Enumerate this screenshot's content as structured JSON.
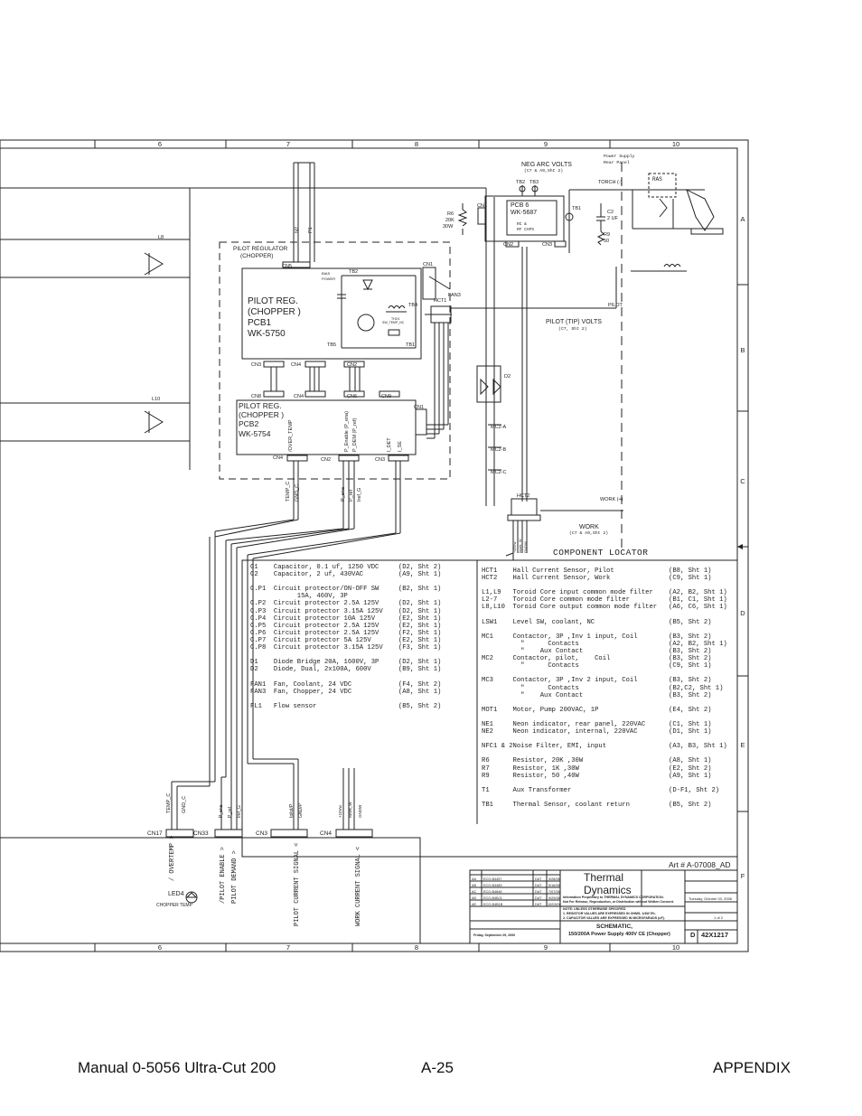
{
  "grid": {
    "top_numbers": [
      "6",
      "7",
      "8",
      "9",
      "10"
    ],
    "bottom_numbers": [
      "6",
      "7",
      "8",
      "9",
      "10"
    ],
    "side_letters": [
      "A",
      "B",
      "C",
      "D",
      "E",
      "F"
    ]
  },
  "labels": {
    "pilot_regulator": "PILOT REGULATOR",
    "chopper_paren": "(CHOPPER)",
    "pcb1_title": [
      "PILOT REG.",
      "(CHOPPER )",
      "PCB1",
      "WK-5750"
    ],
    "pcb2_title": [
      "PILOT REG.",
      "(CHOPPER )",
      "PCB2",
      "WK-5754"
    ],
    "pcb6_title": [
      "PCB 6",
      "WK-5687"
    ],
    "pcb6_sub": [
      "RC &",
      "RF CAPS"
    ],
    "neg_arc_volts": "NEG ARC VOLTS",
    "neg_arc_ref": "(C7 & A9,Sht 2)",
    "power_supply_rear": [
      "Power Supply",
      "Rear Panel"
    ],
    "ras": "RAS",
    "torch": "TORCH (-)",
    "pilot": "PILOT",
    "pilot_tip_volts": "PILOT (TIP) VOLTS",
    "pilot_tip_ref": "(C7, Sht 2)",
    "work_plus": "WORK (+)",
    "work": "WORK",
    "work_ref": "(C7 & A9,Sht 2)",
    "component_locator": "COMPONENT LOCATOR",
    "art_number": "Art # A-07008_AD",
    "led4": "LED4",
    "chopper_temp": "CHOPPER TEMP",
    "r6": [
      "R6",
      "20K",
      "30W"
    ],
    "c2": [
      "C2",
      "2 UF"
    ],
    "r9": [
      "R9",
      "50"
    ],
    "connectors": [
      "CN5",
      "CN1",
      "CN3",
      "CN4",
      "CN2",
      "CN8",
      "CN6",
      "CN9",
      "CN17",
      "CN33",
      "CN3",
      "CN4",
      "CN2",
      "CN3"
    ],
    "tb": [
      "TB2",
      "TB3",
      "TB1",
      "TB4",
      "TB5",
      "TB1",
      "TB2"
    ],
    "hct1": "HCT1",
    "hct2": "HCT2",
    "fan3": "FAN3",
    "d2": "D2",
    "mc2": [
      "MC2-A",
      "MC2-B",
      "MC2-C"
    ],
    "l8": "L8",
    "l10": "L10",
    "bias_power": [
      "BIAS",
      "POWER"
    ],
    "th_label": [
      "TH2/1",
      "SW_TEMP_NC"
    ],
    "pcb2_pins": [
      "/OVER_TEMP",
      "P_Enable (P_ena)",
      "P_DEM (P_ref)",
      "I_DET",
      "I_SE"
    ],
    "bottom_signals": [
      "TEMP_C",
      "GND_C",
      "P_ena",
      "P_ref",
      "Iref_G",
      "+15Vw",
      "Iwork_W",
      "GNDW"
    ],
    "lower_signals": [
      "TEMP_C",
      "GND_C",
      "P_ena",
      "P_ref",
      "Iref_G",
      "Ipilot/P",
      "GND/P",
      "+15Vw",
      "Iwork_W",
      "GNDW"
    ],
    "lower_vertical": [
      "/ OVERTEMP >",
      "/PILOT ENABLE >",
      "PILOT DEMAND >",
      "PILOT CURRENT SIGNAL <",
      "WORK CURRENT SIGNAL <"
    ],
    "n2": "N2",
    "p1": "P1"
  },
  "components_left": [
    [
      "C1",
      "Capacitor, 0.1 uf, 1250 VDC",
      "(D2, Sht 2)"
    ],
    [
      "C2",
      "Capacitor, 2 uf, 430VAC",
      "(A9, Sht 1)"
    ],
    [
      "",
      "",
      " "
    ],
    [
      "C.P1",
      "Circuit protector/ON-OFF SW",
      "(B2, Sht 1)"
    ],
    [
      "",
      "      15A, 460V, 3P",
      ""
    ],
    [
      "C.P2",
      "Circuit protector 2.5A 125V",
      "(D2, Sht 1)"
    ],
    [
      "C.P3",
      "Circuit protector 3.15A 125V",
      "(D2, Sht 1)"
    ],
    [
      "C.P4",
      "Circuit protector 10A 125V",
      "(E2, Sht 1)"
    ],
    [
      "C.P5",
      "Circuit protector 2.5A 125V",
      "(E2, Sht 1)"
    ],
    [
      "C.P6",
      "Circuit protector 2.5A 125V",
      "(F2, Sht 1)"
    ],
    [
      "C.P7",
      "Circuit protector 5A 125V",
      "(E2, Sht 1)"
    ],
    [
      "C.P8",
      "Circuit protector 3.15A 125V",
      "(F3, Sht 1)"
    ],
    [
      "",
      "",
      ""
    ],
    [
      "D1",
      "Diode Bridge 20A, 1600V, 3P",
      "(D2, Sht 1)"
    ],
    [
      "D2",
      "Diode, Dual, 2x100A, 600V",
      "(B9, Sht 1)"
    ],
    [
      "",
      "",
      ""
    ],
    [
      "FAN1",
      "Fan, Coolant, 24 VDC",
      "(F4, Sht 2)"
    ],
    [
      "FAN3",
      "Fan, Chopper, 24 VDC",
      "(A8, Sht 1)"
    ],
    [
      "",
      "",
      ""
    ],
    [
      "FL1",
      "Flow sensor",
      "(B5, Sht 2)"
    ]
  ],
  "components_right": [
    [
      "HCT1",
      "Hall Current Sensor, Pilot",
      "(B8, Sht 1)"
    ],
    [
      "HCT2",
      "Hall Current Sensor, Work",
      "(C9, Sht 1)"
    ],
    [
      "",
      "",
      ""
    ],
    [
      "L1,L9",
      "Toroid Core input common mode filter",
      "(A2, B2, Sht 1)"
    ],
    [
      "L2-7",
      "Toroid Core common mode filter",
      "(B1, C1, Sht 1)"
    ],
    [
      "L8,L10",
      "Toroid Core output common mode filter",
      "(A6, C6, Sht 1)"
    ],
    [
      "",
      "",
      ""
    ],
    [
      "LSW1",
      "Level SW, coolant, NC",
      "(B5, Sht 2)"
    ],
    [
      "",
      "",
      ""
    ],
    [
      "MC1",
      "Contactor, 3P ,Inv 1 input, Coil",
      "(B3, Sht 2)"
    ],
    [
      "",
      "  \"      Contacts",
      "(A2, B2, Sht 1)"
    ],
    [
      "",
      "  \"    Aux Contact",
      "(B3, Sht 2)"
    ],
    [
      "MC2",
      "Contactor, pilot,    Coil",
      "(B3, Sht 2)"
    ],
    [
      "",
      "  \"      Contacts",
      "(C9, Sht 1)"
    ],
    [
      "",
      "",
      ""
    ],
    [
      "MC3",
      "Contactor, 3P ,Inv 2 input, Coil",
      "(B3, Sht 2)"
    ],
    [
      "",
      "  \"      Contacts",
      "(B2,C2, Sht 1)"
    ],
    [
      "",
      "  \"    Aux Contact",
      "(B3, Sht 2)"
    ],
    [
      "",
      "",
      ""
    ],
    [
      "MOT1",
      "Motor, Pump 200VAC, 1P",
      "(E4, Sht 2)"
    ],
    [
      "",
      "",
      ""
    ],
    [
      "NE1",
      "Neon indicator, rear panel, 220VAC",
      "(C1, Sht 1)"
    ],
    [
      "NE2",
      "Neon indicator, internal, 220VAC",
      "(D1, Sht 1)"
    ],
    [
      "",
      "",
      ""
    ],
    [
      "NFC1 & 2",
      "Noise Filter, EMI, input",
      "(A3, B3, Sht 1)"
    ],
    [
      "",
      "",
      ""
    ],
    [
      "R6",
      "Resistor, 20K ,30W",
      "(A8, Sht 1)"
    ],
    [
      "R7",
      "Resistor, 1K ,30W",
      "(E2, Sht 2)"
    ],
    [
      "R9",
      "Resistor, 50 ,40W",
      "(A9, Sht 1)"
    ],
    [
      "",
      "",
      ""
    ],
    [
      "T1",
      "Aux Transformer",
      "(D-F1, Sht 2)"
    ],
    [
      "",
      "",
      ""
    ],
    [
      "TB1",
      "Thermal Sensor, coolant return",
      "(B5, Sht 2)"
    ]
  ],
  "title_block": {
    "brand_line1": "Thermal",
    "brand_line2": "Dynamics",
    "title": "SCHEMATIC,",
    "subtitle": "150/200A Power Supply 400V CE (Chopper)",
    "size": "D",
    "dwg_no": "42X1217",
    "date": "Tuesday, October 03, 2006",
    "sheet": "1  of  2",
    "proprietary": "Information Proprietary to THERMAL DYNAMICS CORPORATION.",
    "not_for_release": "Not For Release, Reproduction, or Distribution without Written Consent.",
    "note1": "NOTE: UNLESS OTHERWISE SPECIFIED",
    "note2": "1. RESISTOR VALUES ARE EXPRESSED IN OHMS, 1/4W 5%.",
    "note3": "2. CAPACITOR VALUES ARE EXPRESSED IN MICROFARADS (uF).",
    "last_modified": "Friday, September 29, 2006",
    "revs": [
      [
        "AA",
        "ECO-B4457",
        "DAT",
        "3/28/06"
      ],
      [
        "AB",
        "ECO-B4489",
        "DAT",
        "5/16/06"
      ],
      [
        "AC",
        "ECO-B4846",
        "DAT",
        "7/07/06"
      ],
      [
        "AD",
        "ECO-B4BJ1",
        "DAT",
        "9/29/06"
      ],
      [
        "AE",
        "ECO-B4B1B",
        "DAT",
        "10/03/06"
      ]
    ]
  },
  "footer": {
    "left": "Manual  0-5056 Ultra-Cut 200",
    "center": "A-25",
    "right": "APPENDIX"
  }
}
